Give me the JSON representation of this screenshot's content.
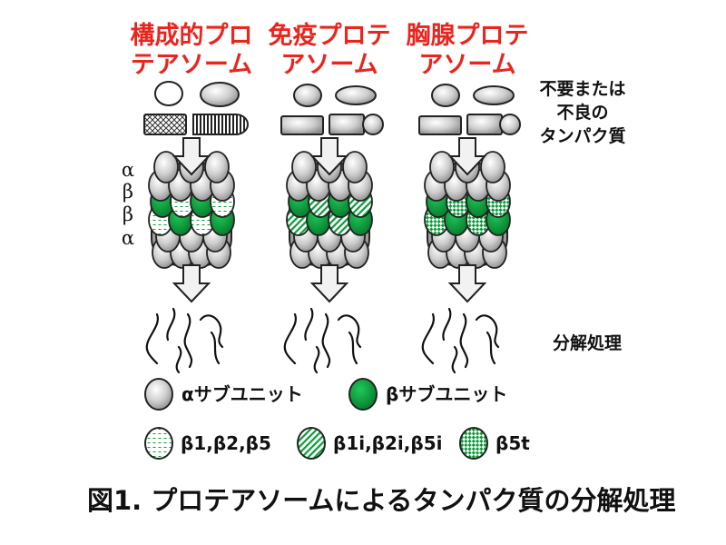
{
  "columns": [
    {
      "title_lines": [
        "構成的プロ",
        "テアソーム"
      ],
      "subunit_pattern": "dots",
      "substrates": "mixed"
    },
    {
      "title_lines": [
        "免疫プロテ",
        "アソーム"
      ],
      "subunit_pattern": "stripes",
      "substrates": "gray"
    },
    {
      "title_lines": [
        "胸腺プロテ",
        "アソーム"
      ],
      "subunit_pattern": "checker",
      "substrates": "gray"
    }
  ],
  "side_labels": {
    "substrate_lines": [
      "不要または",
      "不良の",
      "タンパク質"
    ],
    "degradation": "分解処理",
    "rings": [
      "α",
      "β",
      "β",
      "α"
    ]
  },
  "legend": {
    "alpha": "αサブユニット",
    "beta": "βサブユニット",
    "beta_constitutive": "β1,β2,β5",
    "beta_immuno": "β1i,β2i,β5i",
    "beta_thymo": "β5t"
  },
  "caption": "図1. プロテアソームによるタンパク質の分解処理",
  "colors": {
    "title_red": "#e8261f",
    "beta_green": "#0b9a3a",
    "alpha_gray": "#c4c4c4",
    "outline": "#222222",
    "arrow_fill": "#f2f2f2"
  }
}
